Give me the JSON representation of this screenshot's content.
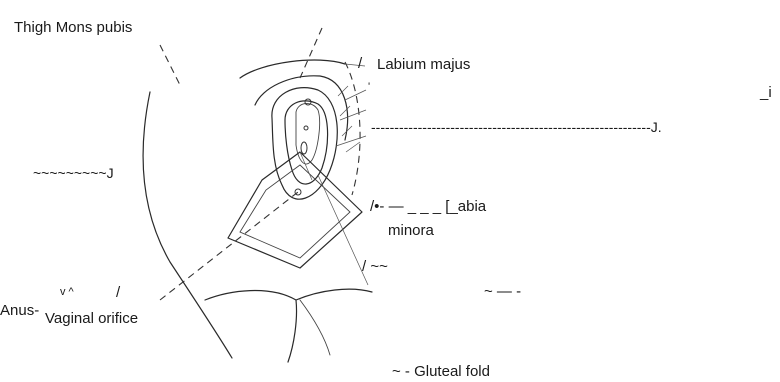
{
  "labels": {
    "thigh_mons": "Thigh Mons pubis",
    "labium_majus": "Labium majus",
    "slash1": "/",
    "tick1": "'",
    "frag_i": "_i",
    "long_dash": "------------------------------------------------------------J.",
    "tilde_j": "~~~~~~~~~J",
    "labia_line": "/•- — _ _ _ [_abia",
    "minora": "minora",
    "slash_tilde": "/ ~~",
    "v_caret": "v ^",
    "slash2": "/",
    "tilde_dash": "~ — -",
    "anus": "Anus-",
    "vaginal_orifice": "Vaginal orifice",
    "gluteal_fold": "~ - Gluteal fold"
  }
}
